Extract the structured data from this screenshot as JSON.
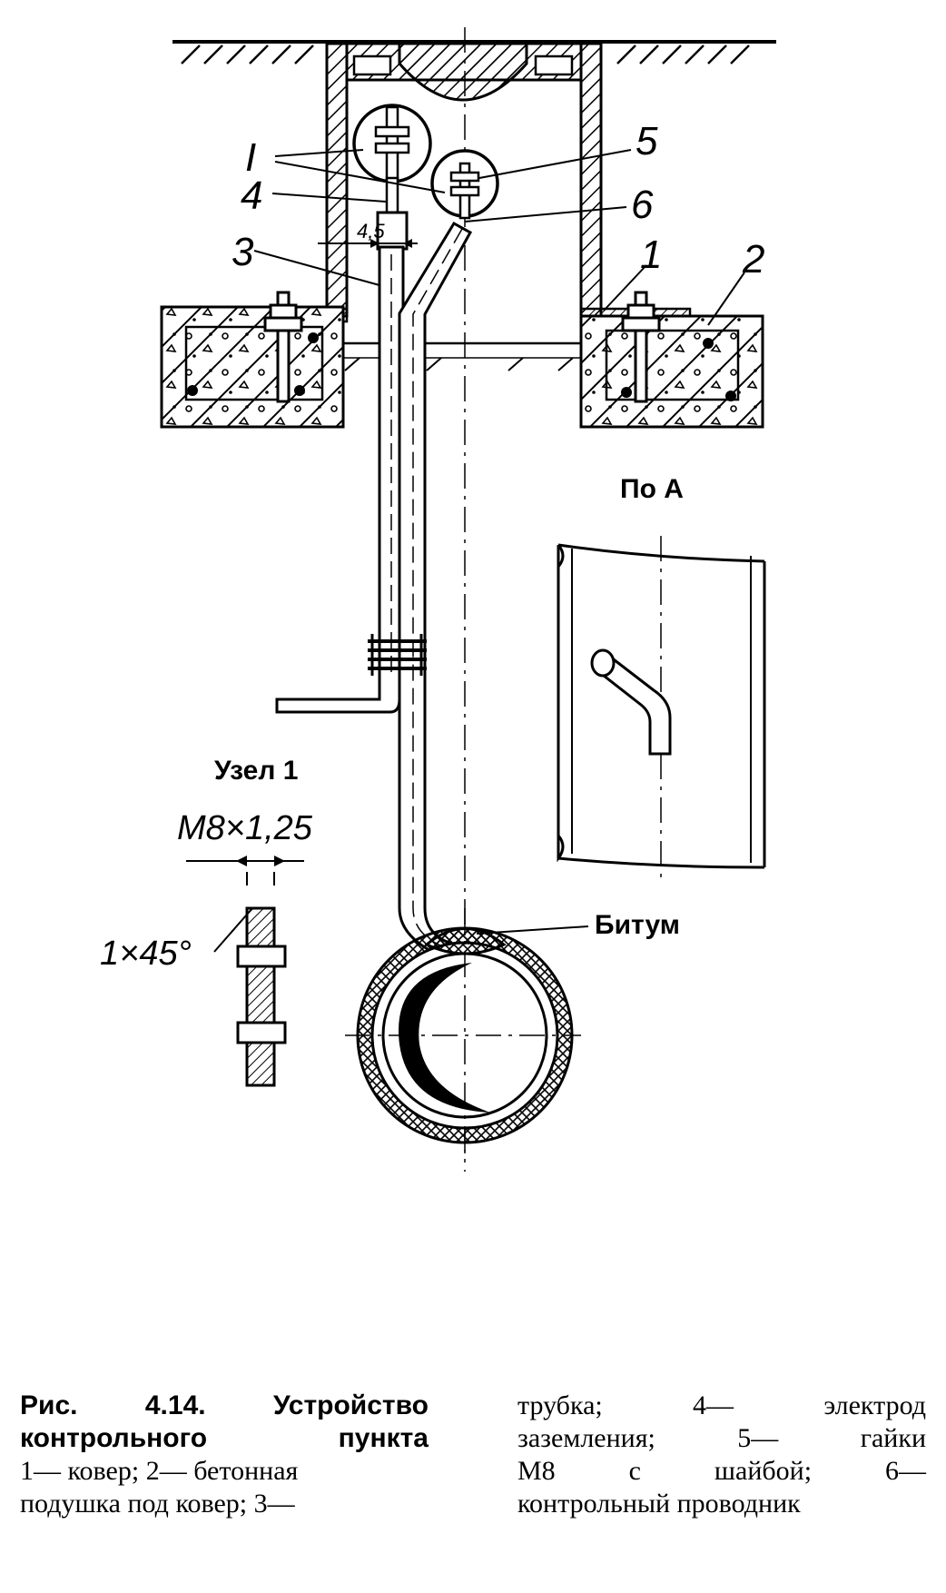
{
  "diagram": {
    "callouts": {
      "node_I": "I",
      "n1": "1",
      "n2": "2",
      "n3": "3",
      "n4": "4",
      "n5": "5",
      "n6": "6"
    },
    "dim_top": "4,5",
    "view_label": "По А",
    "node_label": "Узел 1",
    "thread_label": "M8×1,25",
    "chamfer_label": "1×45°",
    "bitumen_label": "Битум"
  },
  "caption": {
    "title_line1": "Рис. 4.14. Устройство",
    "title_line2": "контрольного пункта",
    "left_line3": "1— ковер; 2— бетонная",
    "left_line4": "подушка под ковер; 3—",
    "right_line1": "трубка; 4— электрод",
    "right_line2": "заземления; 5— гайки",
    "right_line3": "М8 с шайбой; 6—",
    "right_line4": "контрольный проводник"
  }
}
